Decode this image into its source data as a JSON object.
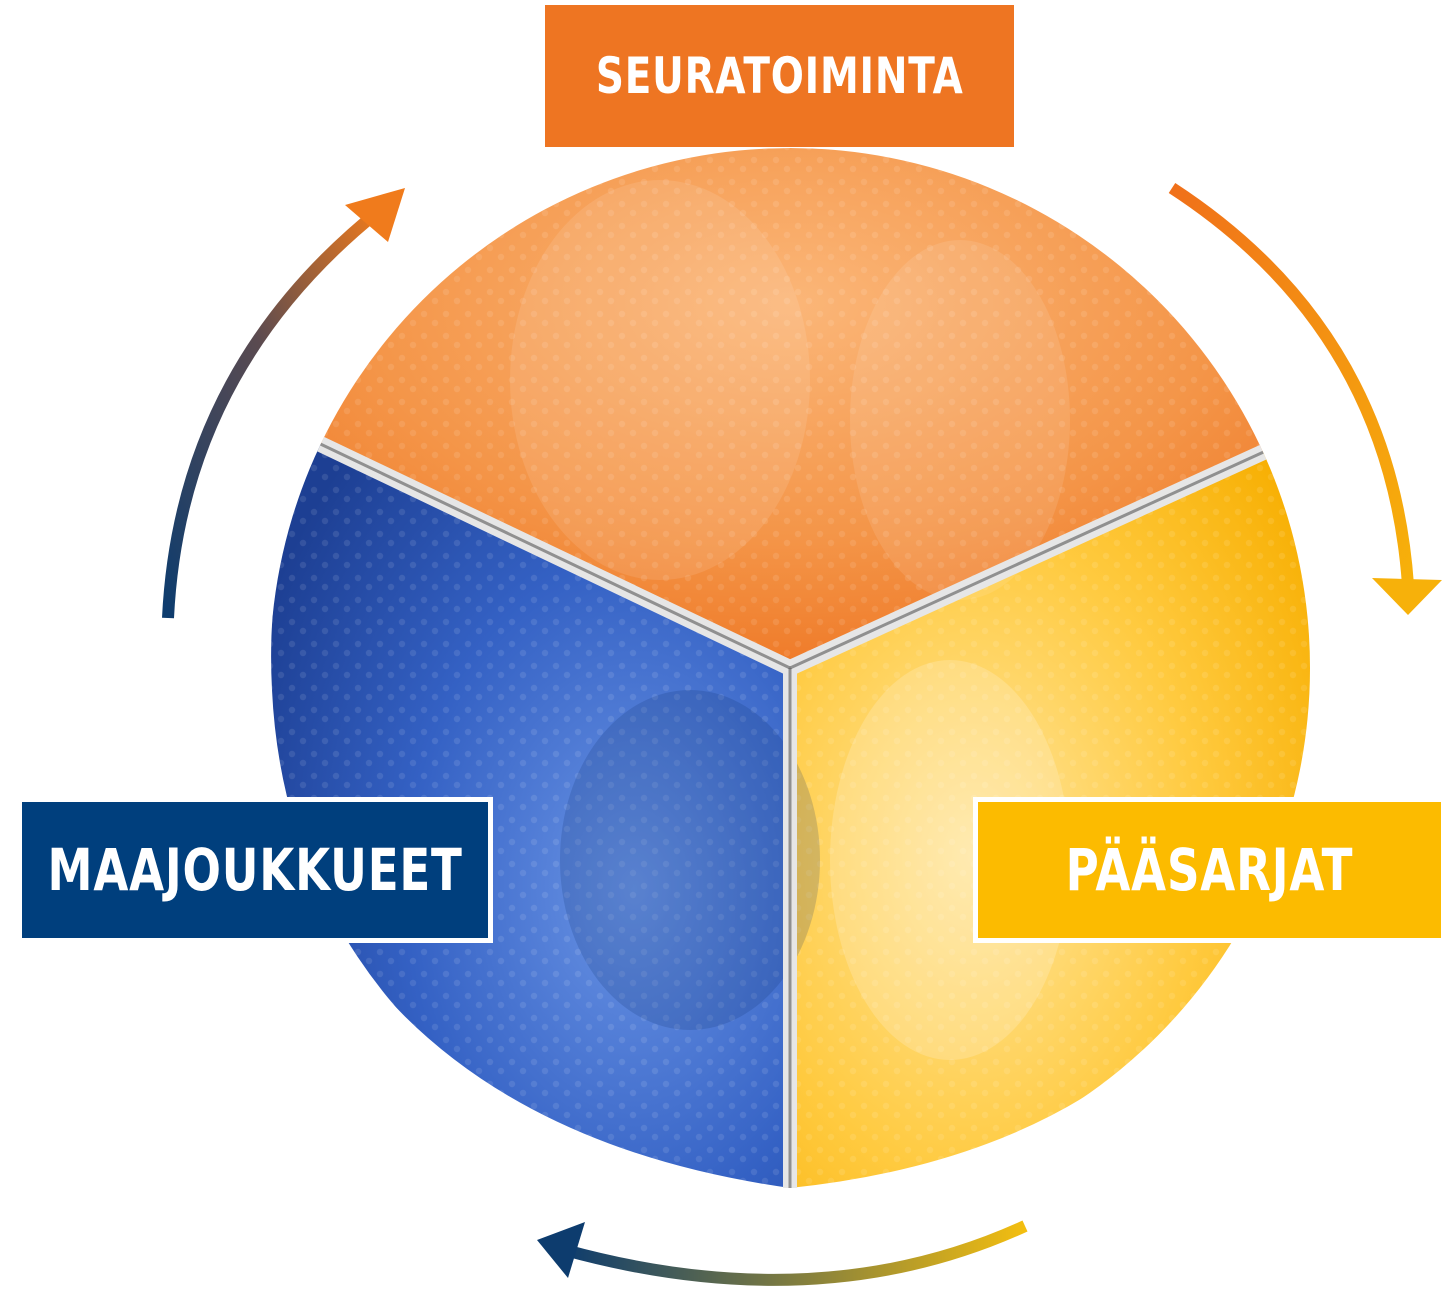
{
  "segments": {
    "seuratoiminta": {
      "label": "SEURATOIMINTA",
      "color": "#ee7522"
    },
    "maajoukkueet": {
      "label": "MAAJOUKKUEET",
      "color": "#003f7d"
    },
    "paasarjat": {
      "label": "PÄÄSARJAT",
      "color": "#fcbb00"
    }
  },
  "colors": {
    "orange_light": "#f9a35a",
    "blue_light": "#2f6ad0",
    "yellow_light": "#ffd45a",
    "divider": "#d9d9d9",
    "arrow_orange": "#f07b1c",
    "arrow_yellow": "#f5a90f",
    "arrow_blue": "#1a4a7a"
  },
  "icons": {
    "cycle_arrows": "curved-arrow-icon",
    "ball": "basketball-circle"
  }
}
